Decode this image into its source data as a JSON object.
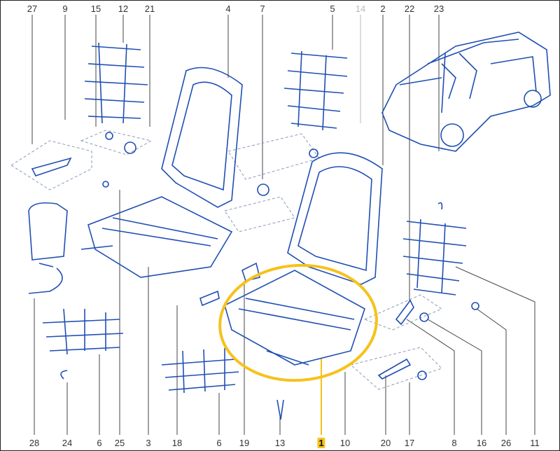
{
  "diagram": {
    "top_labels": [
      "27",
      "9",
      "15",
      "12",
      "21",
      "4",
      "7",
      "5",
      "14",
      "2",
      "22",
      "23"
    ],
    "bottom_labels": [
      "28",
      "24",
      "6",
      "25",
      "3",
      "18",
      "6",
      "19",
      "13",
      "1",
      "10",
      "20",
      "17",
      "8",
      "16",
      "26",
      "11"
    ],
    "highlighted_label": "1",
    "dimmed_label": "14"
  },
  "colors": {
    "line": "#1f4fb3",
    "highlight": "#f6c21b",
    "leader": "#444444",
    "dashed": "#8a9bb8"
  }
}
